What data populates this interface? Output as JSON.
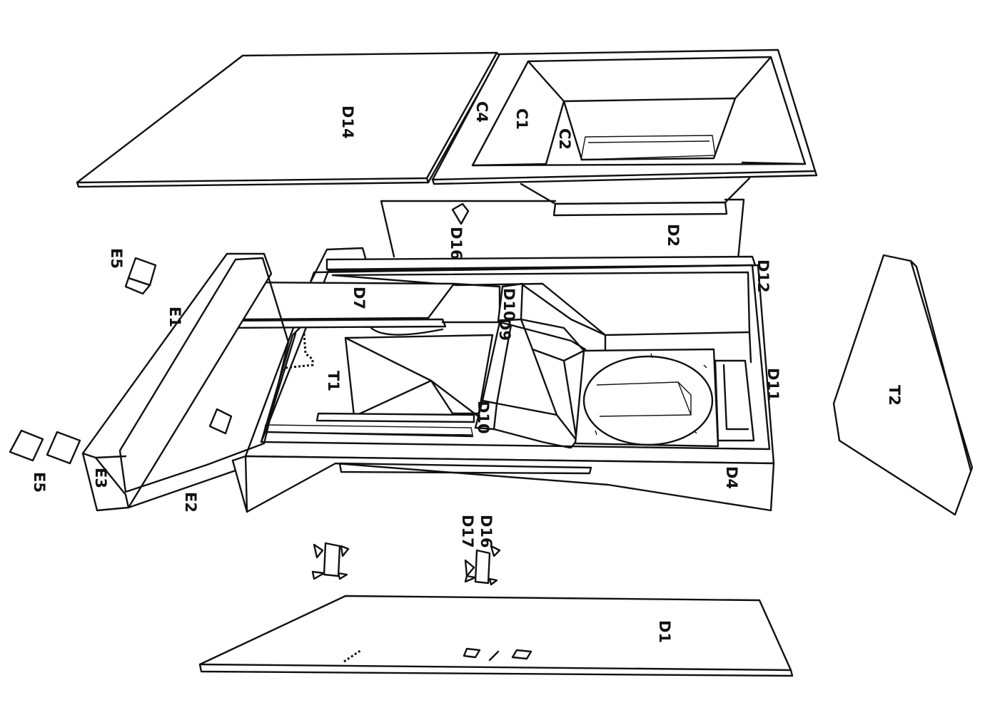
{
  "labels": {
    "d14": "D14",
    "c4": "C4",
    "c1": "C1",
    "c2": "C2",
    "d2": "D2",
    "d16_top": "D16",
    "e5_top": "E5",
    "e1": "E1",
    "d7": "D7",
    "d9": "D9",
    "d10_top": "D10",
    "t1": "T1",
    "d10_bottom": "D10",
    "d12": "D12",
    "d11": "D11",
    "t2": "T2",
    "d4": "D4",
    "e3": "E3",
    "e2": "E2",
    "e5_bottom": "E5",
    "d16_bottom": "D16",
    "d17": "D17",
    "d1": "D1"
  }
}
